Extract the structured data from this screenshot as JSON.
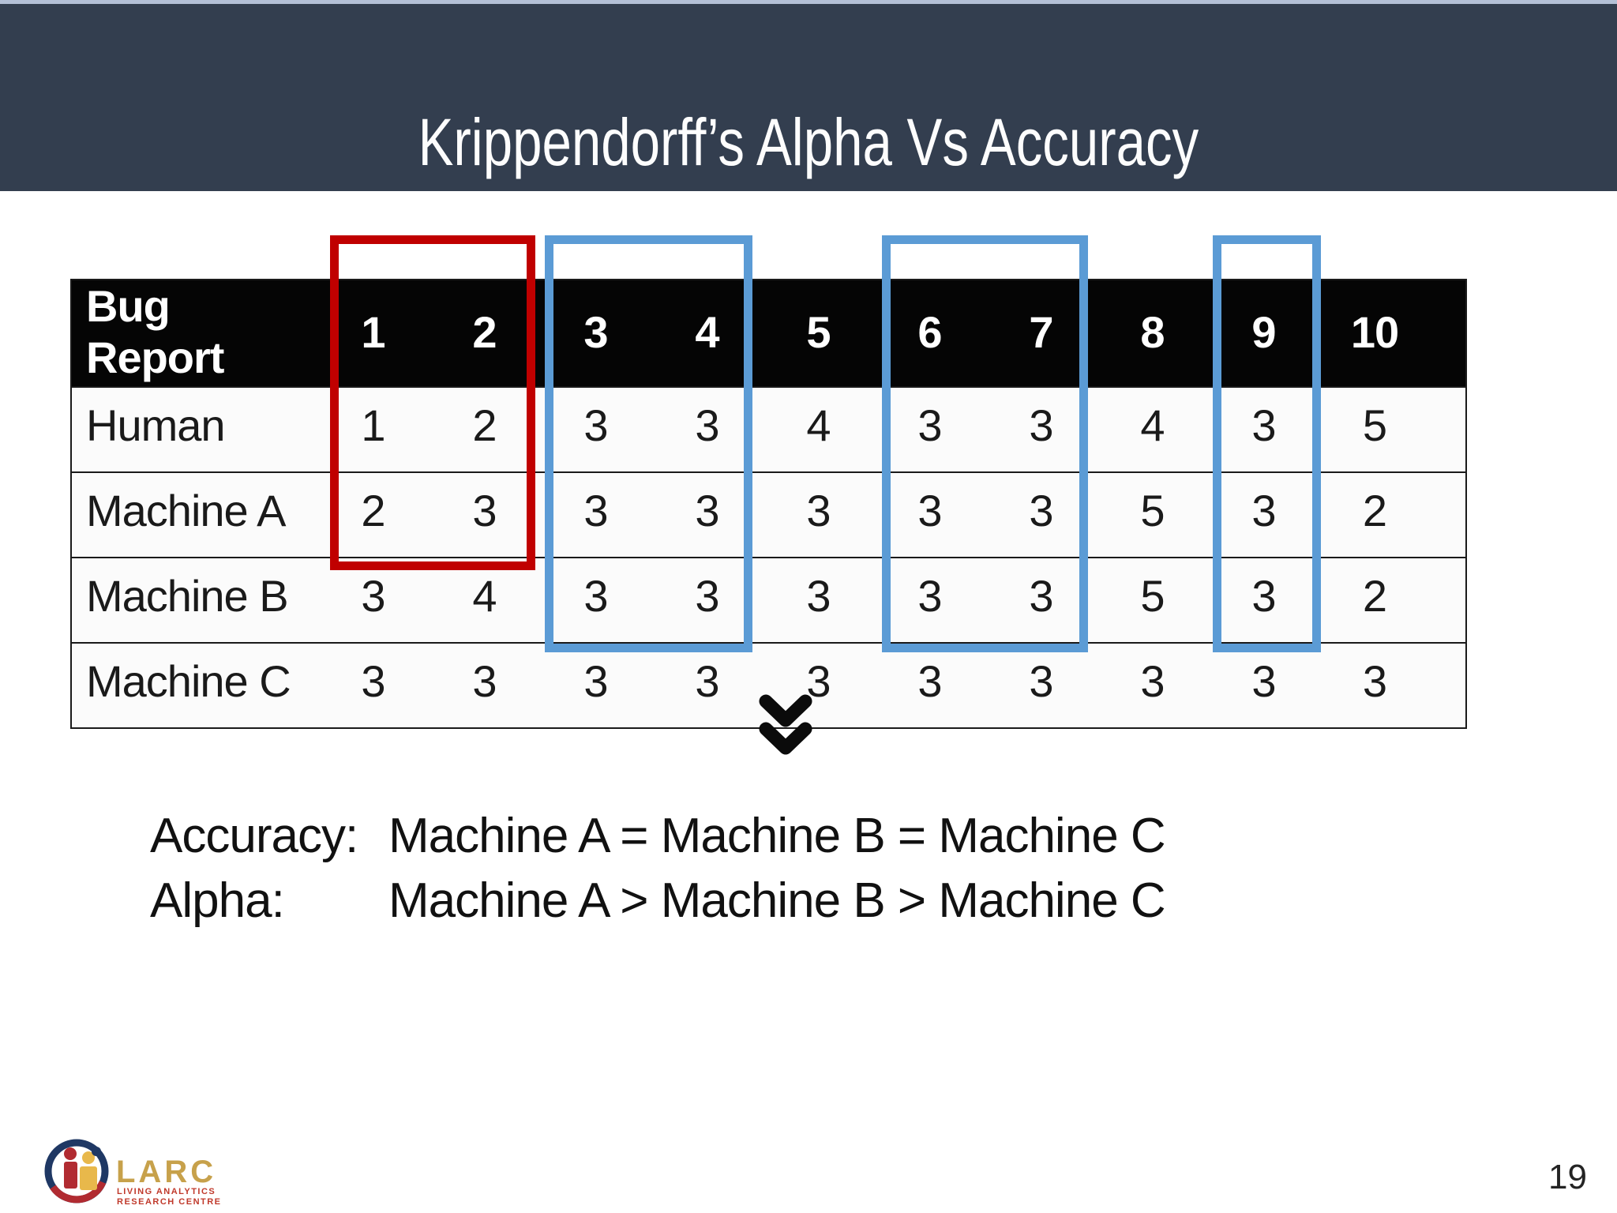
{
  "slide": {
    "title": "Krippendorff’s Alpha Vs Accuracy",
    "page_number": "19"
  },
  "table": {
    "header": [
      "Bug Report",
      "1",
      "2",
      "3",
      "4",
      "5",
      "6",
      "7",
      "8",
      "9",
      "10"
    ],
    "rows": [
      {
        "label": "Human",
        "values": [
          "1",
          "2",
          "3",
          "3",
          "4",
          "3",
          "3",
          "4",
          "3",
          "5"
        ]
      },
      {
        "label": "Machine A",
        "values": [
          "2",
          "3",
          "3",
          "3",
          "3",
          "3",
          "3",
          "5",
          "3",
          "2"
        ]
      },
      {
        "label": "Machine B",
        "values": [
          "3",
          "4",
          "3",
          "3",
          "3",
          "3",
          "3",
          "5",
          "3",
          "2"
        ]
      },
      {
        "label": "Machine C",
        "values": [
          "3",
          "3",
          "3",
          "3",
          "3",
          "3",
          "3",
          "3",
          "3",
          "3"
        ]
      }
    ]
  },
  "highlights": {
    "red_box": {
      "columns": "1-2",
      "rows": "header through Machine B",
      "color": "#c00000"
    },
    "blue_boxes": [
      {
        "columns": "3-4",
        "rows": "header through Machine C"
      },
      {
        "columns": "6-7",
        "rows": "header through Machine C"
      },
      {
        "columns": "9",
        "rows": "header through Machine C"
      }
    ],
    "blue_color": "#5b9bd5"
  },
  "conclusion": {
    "line1": {
      "label": "Accuracy:",
      "value": "Machine A = Machine B = Machine C"
    },
    "line2": {
      "label": "Alpha:",
      "value": "Machine A > Machine B > Machine C"
    }
  },
  "footer": {
    "logo_text": "LARC",
    "logo_sub1": "LIVING ANALYTICS",
    "logo_sub2": "RESEARCH CENTRE"
  },
  "icons": {
    "chevron": "double-chevron-down-icon",
    "logo": "larc-emblem"
  },
  "colors": {
    "header_bar": "#333e4f",
    "top_strip": "#b4c0d6",
    "table_header_bg": "#050505",
    "table_header_text": "#ffffff",
    "highlight_red": "#c00000",
    "highlight_blue": "#5b9bd5",
    "logo_navy": "#1f3864",
    "logo_red": "#b12b31",
    "logo_gold": "#c7a14b"
  }
}
